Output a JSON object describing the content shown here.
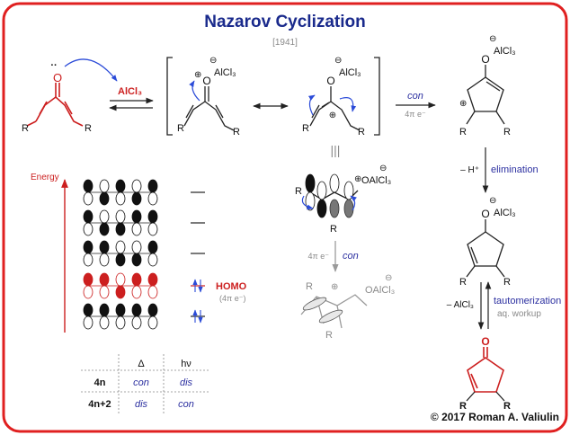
{
  "title": "Nazarov Cyclization",
  "year": "[1941]",
  "reagent": "AlCl₃",
  "substituent": "R",
  "oxygen": "O",
  "alcl3_group": "AlCl₃",
  "oalcl3_group": "OAlCl₃",
  "plus_sign": "⊕",
  "minus_sign": "⊖",
  "lone_pair": "··",
  "con_label": "con",
  "four_pi_label": "4π e⁻",
  "parallel_mark": "|||",
  "elimination_label": "elimination",
  "minus_h_label": "– H⁺",
  "tautomerization_label": "tautomerization",
  "aq_workup_label": "aq. workup",
  "minus_alcl3_label": "– AlCl₃",
  "energy_label": "Energy",
  "homo_label": "HOMO",
  "homo_sub": "(4π e⁻)",
  "table": {
    "headers": [
      "Δ",
      "hν"
    ],
    "rows": [
      {
        "label": "4n",
        "delta": "con",
        "hv": "dis"
      },
      {
        "label": "4n+2",
        "delta": "dis",
        "hv": "con"
      }
    ]
  },
  "copyright": "© 2017 Roman A. Valiulin",
  "colors": {
    "frame": "#e02020",
    "title": "#1a2a8c",
    "label_blue": "#2b2fa0",
    "product_red": "#cc1f1f",
    "grey": "#8a8a8a"
  }
}
